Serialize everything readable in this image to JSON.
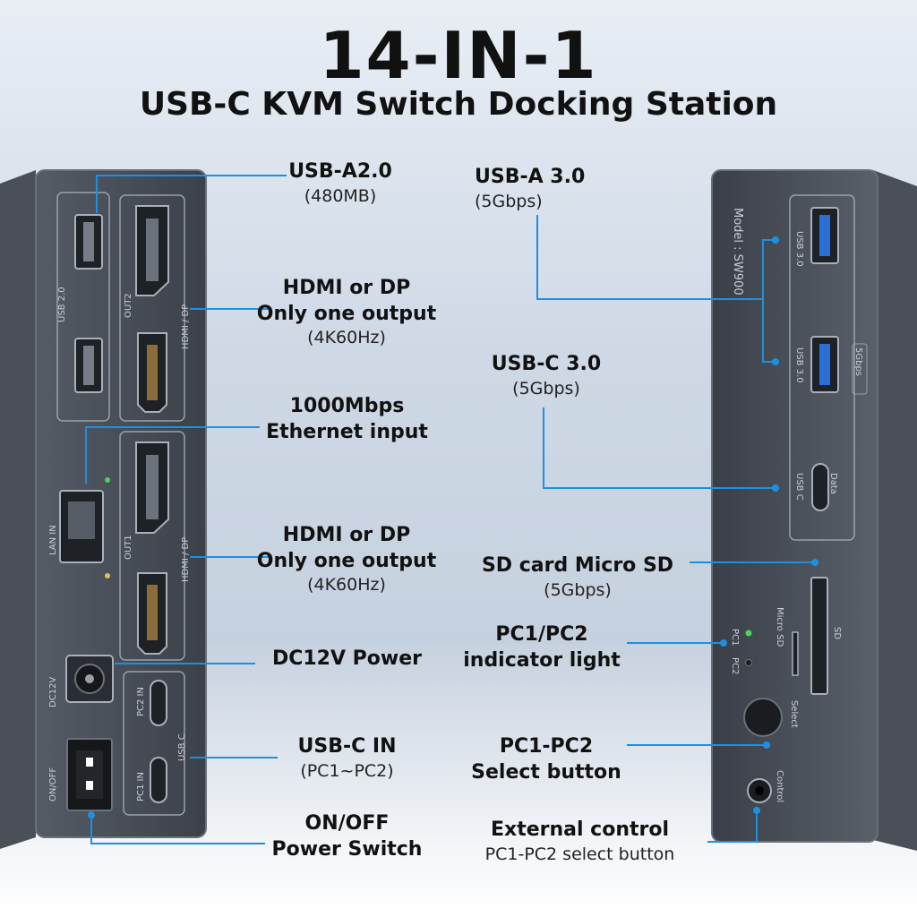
{
  "header": {
    "title": "14-IN-1",
    "subtitle": "USB-C KVM Switch Docking Station"
  },
  "left_panel": {
    "usb_group": "USB 2.0",
    "out2": "OUT2",
    "out1": "OUT1",
    "hdmi_dp_2": "HDMI / DP",
    "hdmi_dp_1": "HDMI / DP",
    "lan": "LAN IN",
    "dc": "DC12V",
    "onoff": "ON/OFF",
    "pc2in": "PC2 IN",
    "pc1in": "PC1 IN",
    "usbc": "USB C"
  },
  "right_panel": {
    "model": "Model : SW900",
    "usb30a": "USB 3.0",
    "usb30b": "USB 3.0",
    "gbps": "5Gbps",
    "usbc": "USB C",
    "data": "Data",
    "sd": "SD",
    "microsd": "Micro SD",
    "pc1": "PC1",
    "pc2": "PC2",
    "select": "Select",
    "control": "Control"
  },
  "labels": {
    "usba20": {
      "title": "USB-A2.0",
      "sub": "(480MB)"
    },
    "hdmi2": {
      "l1": "HDMI or DP",
      "l2": "Only one output",
      "sub": "(4K60Hz)"
    },
    "ethernet": {
      "l1": "1000Mbps",
      "l2": "Ethernet input"
    },
    "hdmi1": {
      "l1": "HDMI or DP",
      "l2": "Only one output",
      "sub": "(4K60Hz)"
    },
    "dc": {
      "title": "DC12V Power"
    },
    "usbcin": {
      "title": "USB-C IN",
      "sub": "(PC1~PC2)"
    },
    "onoff": {
      "l1": "ON/OFF",
      "l2": "Power Switch"
    },
    "usba30": {
      "title": "USB-A 3.0",
      "sub": "(5Gbps)"
    },
    "usbc30": {
      "title": "USB-C 3.0",
      "sub": "(5Gbps)"
    },
    "sd": {
      "title": "SD card Micro SD",
      "sub": "(5Gbps)"
    },
    "indicator": {
      "l1": "PC1/PC2",
      "l2": "indicator light"
    },
    "select": {
      "l1": "PC1-PC2",
      "l2": "Select button"
    },
    "external": {
      "title": "External control",
      "sub": "PC1-PC2 select button"
    }
  },
  "colors": {
    "callout": "#1e90e0",
    "device": "#3b4048",
    "device_edge": "#565c66",
    "usb3_blue": "#2a6fd6"
  }
}
